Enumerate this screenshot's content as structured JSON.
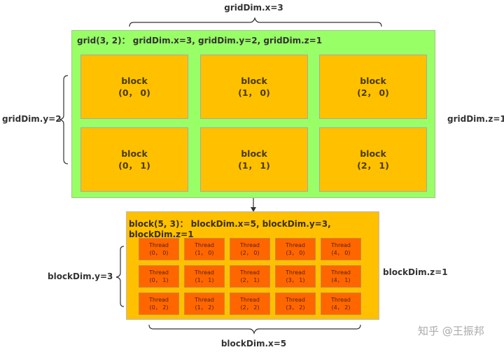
{
  "grid": {
    "top_label": "gridDim.x=3",
    "left_label": "gridDim.y=2",
    "right_label": "gridDim.z=1",
    "title": "grid(3, 2)： gridDim.x=3, gridDim.y=2, gridDim.z=1",
    "block_label": "block",
    "blocks": [
      [
        "(0， 0)",
        "(1， 0)",
        "(2， 0)"
      ],
      [
        "(0， 1)",
        "(1， 1)",
        "(2， 1)"
      ]
    ]
  },
  "block": {
    "title": "block(5, 3)： blockDim.x=5, blockDim.y=3, blockDim.z=1",
    "left_label": "blockDim.y=3",
    "right_label": "blockDim.z=1",
    "bottom_label": "blockDim.x=5",
    "thread_label": "Thread",
    "threads": [
      [
        "(0， 0)",
        "(1， 0)",
        "(2， 0)",
        "(3， 0)",
        "(4， 0)"
      ],
      [
        "(0， 1)",
        "(1， 1)",
        "(2， 1)",
        "(3， 1)",
        "(4， 1)"
      ],
      [
        "(0， 2)",
        "(1， 2)",
        "(2， 2)",
        "(3， 2)",
        "(4， 2)"
      ]
    ]
  },
  "watermark": "知乎 @王振邦",
  "colors": {
    "grid": "#99ff66",
    "block": "#ffc000",
    "thread": "#ff6600"
  }
}
